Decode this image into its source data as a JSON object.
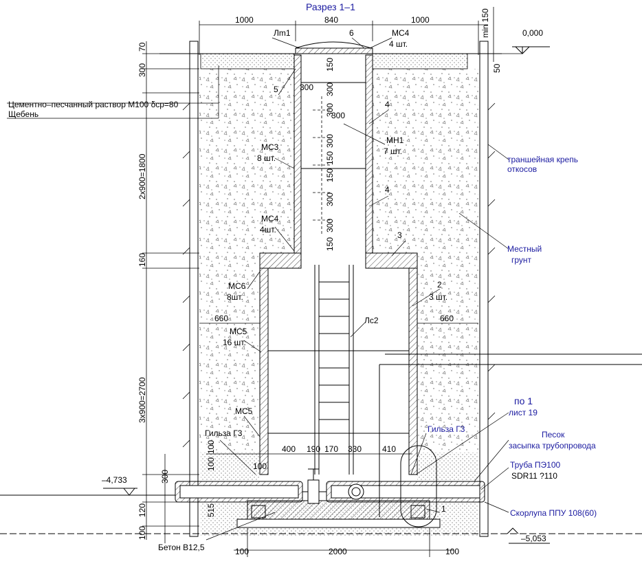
{
  "title": "Разрез 1–1",
  "dims": {
    "top_left": "1000",
    "top_mid": "840",
    "top_right": "1000",
    "min150": "min 150",
    "d70": "70",
    "d300a": "300",
    "d50": "50",
    "d2x900": "2x900=1800",
    "d160": "160",
    "d3x900": "3x900=2700",
    "d300b": "300",
    "d120": "120",
    "d100a": "100",
    "d100b": "100",
    "d100c": "100",
    "d660a": "660",
    "d660b": "660",
    "d400": "400",
    "d190": "190",
    "d170": "170",
    "d330": "330",
    "d410": "410",
    "d2000": "2000",
    "d100d": "100",
    "d100e": "100",
    "n150a": "150",
    "n300a": "300",
    "n300b": "300",
    "n300c": "300",
    "n150b": "150",
    "n150c": "150",
    "n300d": "300",
    "n150d": "150",
    "n300e": "300",
    "n300h": "300",
    "n300v": "300",
    "n515": "515",
    "n100v": "100"
  },
  "levels": {
    "top": "0,000",
    "pipe": "–4,733",
    "bottom": "–5,053"
  },
  "labels": {
    "lm1": "Лm1",
    "n6": "6",
    "mc4_top": "МС4",
    "mc4_top_qty": "4 шт.",
    "n5": "5",
    "mortar": "Цементно–песчанный раствор М100 δср=80",
    "gravel": "Щебень",
    "n4a": "4",
    "mc3": "МС3",
    "mc3_qty": "8 шт.",
    "mn1": "МН1",
    "mn1_qty": "7 шт.",
    "n4b": "4",
    "mc4_mid": "МС4",
    "mc4_mid_qty": "4шт.",
    "n3": "3",
    "shoring1": "траншейная крепь",
    "shoring2": "откосов",
    "soil1": "Местный",
    "soil2": "грунт",
    "mc6": "МС6",
    "mc6_qty": "8шт.",
    "n2": "2",
    "n2_qty": "3 шт.",
    "mc5": "МС5",
    "mc5_qty": "16 шт.",
    "ls2": "Лс2",
    "mc5b": "МС5",
    "po1": "по 1",
    "list19": "лист 19",
    "sleeve_l": "Гильза Г3",
    "sleeve_r": "Гильза Г3",
    "sand1": "Песок",
    "sand2": "засыпка трубопровода",
    "pipe1": "Труба ПЭ100",
    "pipe2": "SDR11 ?110",
    "shell": "Скорлупа ППУ 108(60)",
    "n1": "1",
    "concrete": "Бетон В12,5"
  },
  "colors": {
    "ink": "#000000",
    "blue": "#1a1aa0",
    "hatch": "#444444"
  }
}
